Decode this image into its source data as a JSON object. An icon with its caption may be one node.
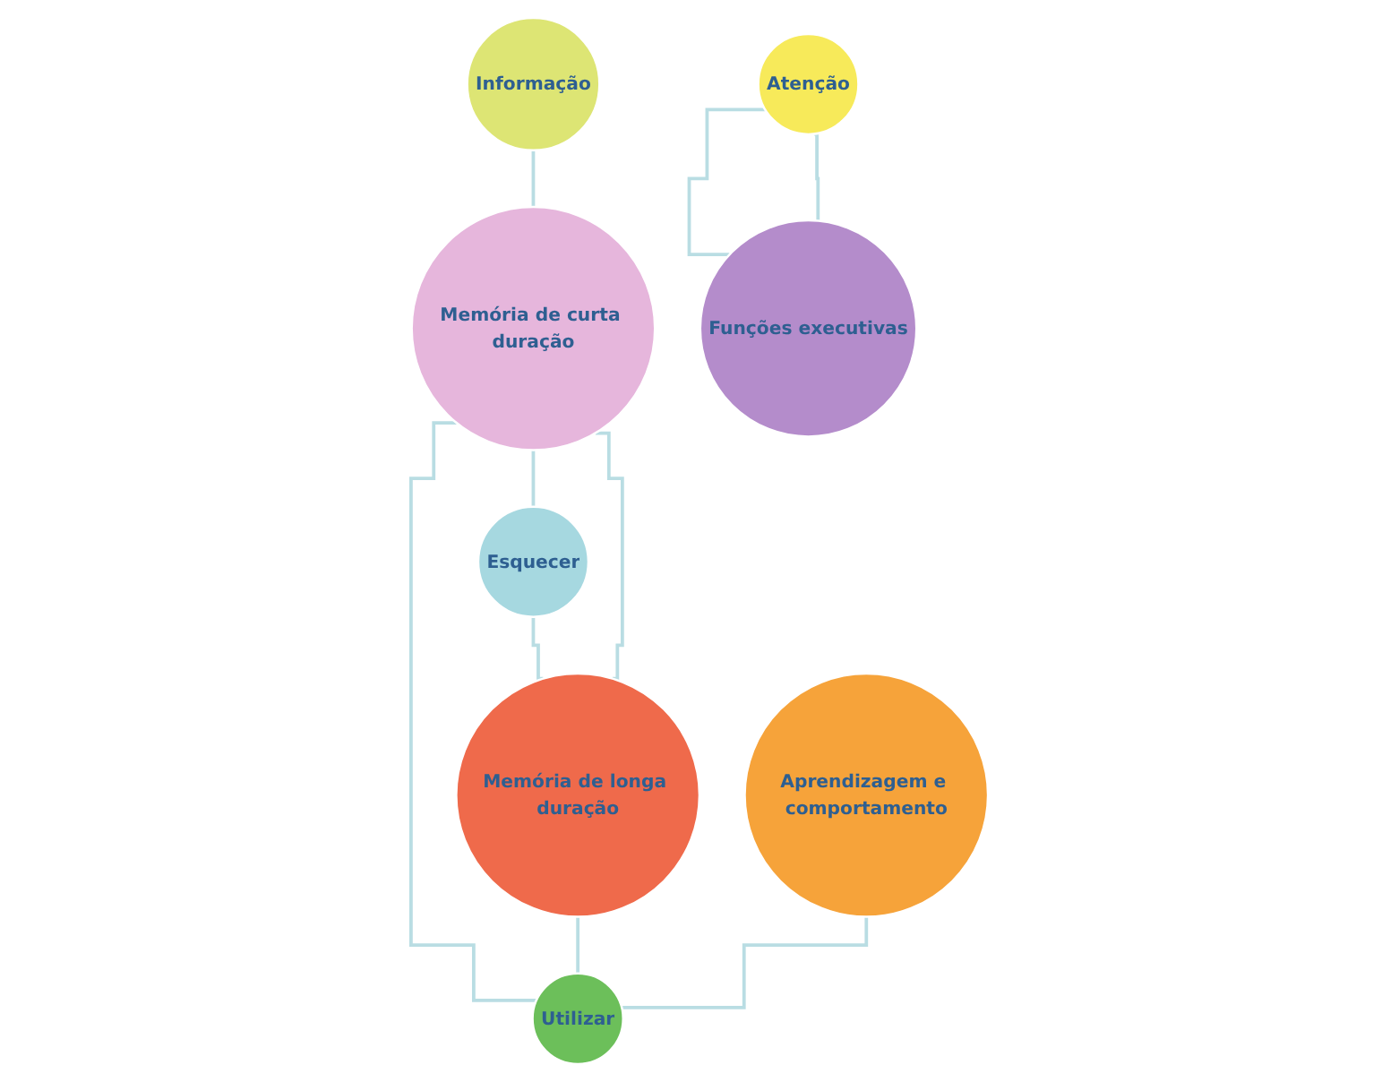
{
  "diagram": {
    "nodes": [
      {
        "text": [
          "Informação"
        ]
      },
      {
        "text": [
          "Esquecer"
        ]
      },
      {
        "text": [
          "Atenção"
        ]
      },
      {
        "text": [
          "Memória de curta duração"
        ]
      },
      {
        "text": [
          "Memória de longa duração"
        ]
      },
      {
        "text": [
          "Aprendizagem e comportamento"
        ]
      },
      {
        "text": [
          "Funções executivas"
        ]
      },
      {
        "text": [
          "Utilizar"
        ]
      }
    ],
    "edges": [
      {
        "from": 0,
        "to": 3,
        "arrow": "none"
      },
      {
        "from": 3,
        "to": 1,
        "arrow": "none"
      },
      {
        "from": 1,
        "to": 4,
        "arrow": "none"
      },
      {
        "from": 3,
        "to": 4,
        "arrow": "none"
      },
      {
        "from": 3,
        "to": 7,
        "arrow": "none"
      },
      {
        "from": 4,
        "to": 7,
        "arrow": "none"
      },
      {
        "from": 5,
        "to": 7,
        "arrow": "none"
      },
      {
        "from": 2,
        "to": 6,
        "arrow": "none"
      },
      {
        "from": 6,
        "to": 2,
        "arrow": "none"
      }
    ]
  }
}
